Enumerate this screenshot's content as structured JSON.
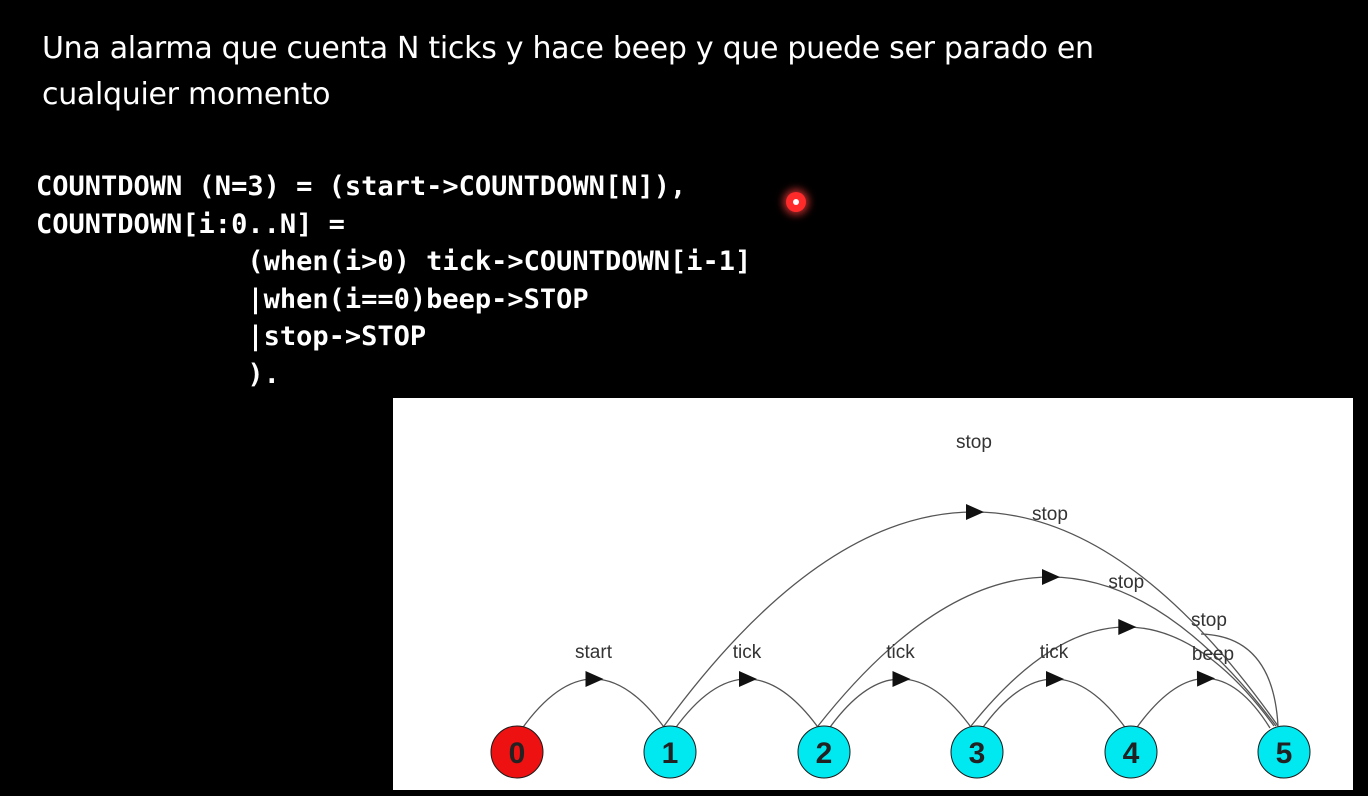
{
  "title": {
    "line1": "Una alarma que cuenta N ticks y hace beep y que puede ser parado en",
    "line2": "cualquier momento"
  },
  "code": {
    "lines": [
      "COUNTDOWN (N=3) = (start->COUNTDOWN[N]),",
      "COUNTDOWN[i:0..N] =",
      "             (when(i>0) tick->COUNTDOWN[i-1]",
      "             |when(i==0)beep->STOP",
      "             |stop->STOP",
      "             )."
    ]
  },
  "colors": {
    "initial_state": "#ee1111",
    "state": "#00e8f0",
    "edge": "#555555",
    "background": "#000000",
    "panel": "#ffffff"
  },
  "lts": {
    "states": [
      "0",
      "1",
      "2",
      "3",
      "4",
      "5"
    ],
    "transitions": [
      {
        "from": "0",
        "to": "1",
        "label": "start"
      },
      {
        "from": "1",
        "to": "2",
        "label": "tick"
      },
      {
        "from": "2",
        "to": "3",
        "label": "tick"
      },
      {
        "from": "3",
        "to": "4",
        "label": "tick"
      },
      {
        "from": "4",
        "to": "5",
        "label": "beep"
      },
      {
        "from": "1",
        "to": "5",
        "label": "stop"
      },
      {
        "from": "2",
        "to": "5",
        "label": "stop"
      },
      {
        "from": "3",
        "to": "5",
        "label": "stop"
      },
      {
        "from": "4",
        "to": "5",
        "label": "stop"
      }
    ]
  }
}
